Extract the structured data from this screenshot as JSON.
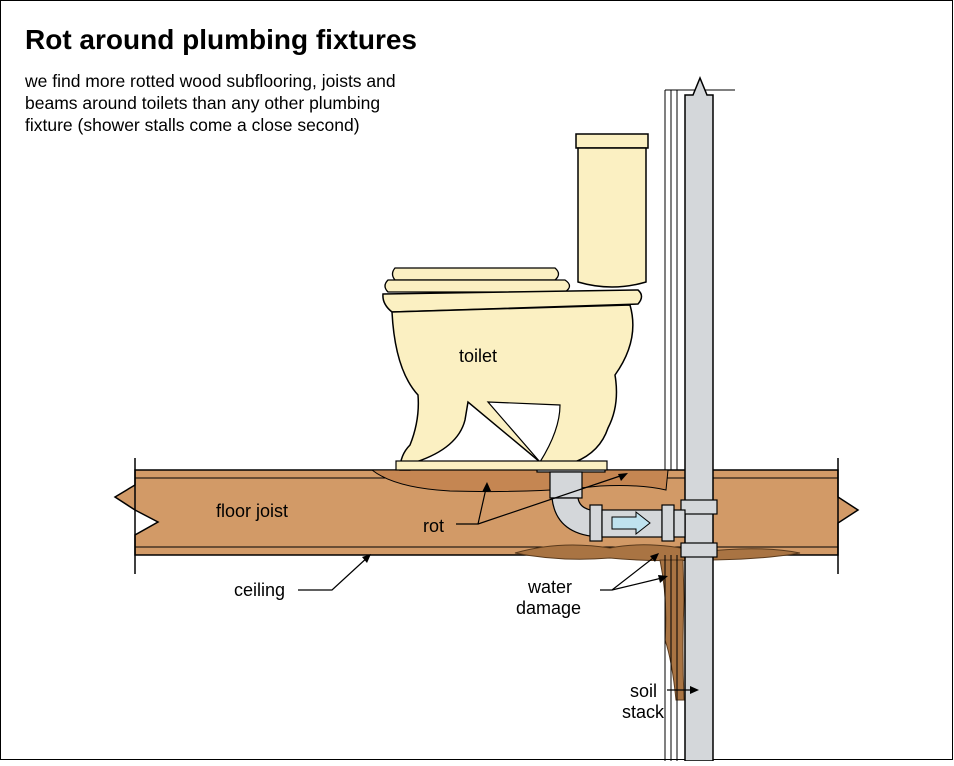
{
  "title": "Rot around plumbing fixtures",
  "description_lines": [
    "we find more rotted wood subflooring, joists and",
    "beams around toilets than any other plumbing",
    "fixture (shower stalls come a close second)"
  ],
  "labels": {
    "toilet": "toilet",
    "floor_joist": "floor joist",
    "rot": "rot",
    "ceiling": "ceiling",
    "water_damage_1": "water",
    "water_damage_2": "damage",
    "soil_stack_1": "soil",
    "soil_stack_2": "stack"
  },
  "colors": {
    "joist": "#d29a67",
    "porcelain": "#fbf0c2",
    "pipe": "#d4d7da",
    "water_damage": "#a97443",
    "flow_arrow": "#bfe2ef",
    "line": "#000000"
  }
}
